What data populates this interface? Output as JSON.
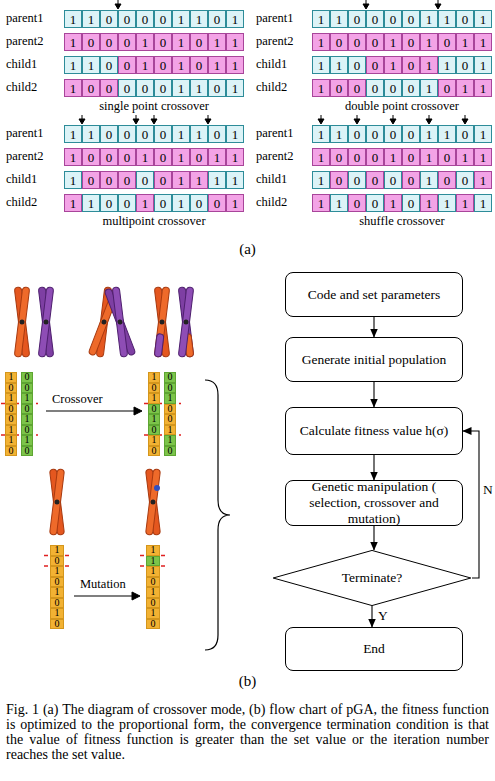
{
  "diagram": {
    "caption": "Fig. 1 (a) The diagram of crossover mode, (b) flow chart of pGA, the fitness function is optimized to the proportional form, the convergence termination condition is that the value of fitness function is greater than the set value or the iteration number reaches the set value.",
    "nodes": [
      {
        "text": [
          "Code and set parameters"
        ]
      },
      {
        "text": [
          "Generate initial population"
        ]
      },
      {
        "text": [
          "Calculate fitness value h(σ)"
        ]
      },
      {
        "text": [
          "Genetic manipulation ( selection, crossover and mutation)"
        ]
      },
      {
        "text": [
          "Terminate?"
        ]
      },
      {
        "text": [
          "End"
        ]
      }
    ],
    "edges": [
      {
        "from": 0,
        "to": 1,
        "arrow": "to"
      },
      {
        "from": 1,
        "to": 2,
        "arrow": "to"
      },
      {
        "from": 2,
        "to": 3,
        "arrow": "to"
      },
      {
        "from": 3,
        "to": 4,
        "arrow": "to"
      },
      {
        "from": 4,
        "to": 5,
        "label": "Y",
        "arrow": "to"
      },
      {
        "from": 4,
        "to": 2,
        "label": "N",
        "arrow": "to"
      }
    ],
    "labels": [
      "parent1",
      "1",
      "1",
      "0",
      "0",
      "0",
      "0",
      "1",
      "1",
      "0",
      "1",
      "parent2",
      "1",
      "0",
      "0",
      "0",
      "1",
      "0",
      "1",
      "0",
      "1",
      "1",
      "child1",
      "1",
      "1",
      "0",
      "0",
      "1",
      "0",
      "1",
      "0",
      "1",
      "1",
      "child2",
      "1",
      "0",
      "0",
      "0",
      "0",
      "0",
      "1",
      "1",
      "0",
      "1",
      "single point crossover",
      "parent1",
      "1",
      "1",
      "0",
      "0",
      "0",
      "0",
      "1",
      "1",
      "0",
      "1",
      "parent2",
      "1",
      "0",
      "0",
      "0",
      "1",
      "0",
      "1",
      "0",
      "1",
      "1",
      "child1",
      "1",
      "1",
      "0",
      "0",
      "1",
      "0",
      "1",
      "1",
      "0",
      "1",
      "child2",
      "1",
      "0",
      "0",
      "0",
      "0",
      "0",
      "1",
      "0",
      "1",
      "1",
      "double point crossover",
      "parent1",
      "1",
      "1",
      "0",
      "0",
      "0",
      "0",
      "1",
      "1",
      "0",
      "1",
      "parent2",
      "1",
      "0",
      "0",
      "0",
      "1",
      "0",
      "1",
      "0",
      "1",
      "1",
      "child1",
      "1",
      "0",
      "0",
      "0",
      "0",
      "0",
      "1",
      "1",
      "1",
      "1",
      "child2",
      "1",
      "1",
      "0",
      "0",
      "1",
      "0",
      "1",
      "0",
      "0",
      "1",
      "multipoint crossover",
      "parent1",
      "1",
      "1",
      "0",
      "0",
      "0",
      "0",
      "1",
      "1",
      "0",
      "1",
      "parent2",
      "1",
      "0",
      "0",
      "0",
      "1",
      "0",
      "1",
      "0",
      "1",
      "1",
      "child1",
      "1",
      "0",
      "0",
      "0",
      "0",
      "0",
      "1",
      "0",
      "0",
      "1",
      "child2",
      "1",
      "1",
      "0",
      "0",
      "1",
      "0",
      "1",
      "1",
      "1",
      "1",
      "shuffle crossover",
      "(a)",
      "1",
      "0",
      "1",
      "0",
      "0",
      "1",
      "1",
      "0",
      "0",
      "0",
      "1",
      "0",
      "1",
      "0",
      "1",
      "0",
      "Crossover",
      "1",
      "0",
      "1",
      "0",
      "1",
      "0",
      "1",
      "0",
      "0",
      "0",
      "1",
      "0",
      "0",
      "1",
      "1",
      "0",
      "1",
      "0",
      "1",
      "0",
      "1",
      "0",
      "1",
      "0",
      "Mutation",
      "1",
      "1",
      "1",
      "0",
      "1",
      "0",
      "1",
      "0",
      "(b)"
    ]
  }
}
